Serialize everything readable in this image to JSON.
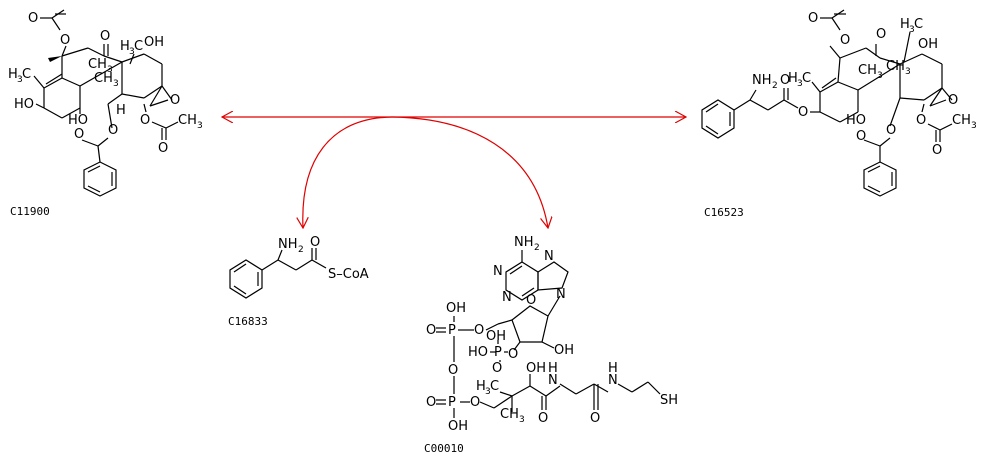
{
  "compounds": {
    "c11900": {
      "id": "C11900"
    },
    "c16523": {
      "id": "C16523"
    },
    "c16833": {
      "id": "C16833",
      "coa": "S–CoA"
    },
    "c00010": {
      "id": "C00010"
    }
  },
  "colors": {
    "arrow": "#e00000",
    "ink": "#000000",
    "background": "#ffffff"
  }
}
